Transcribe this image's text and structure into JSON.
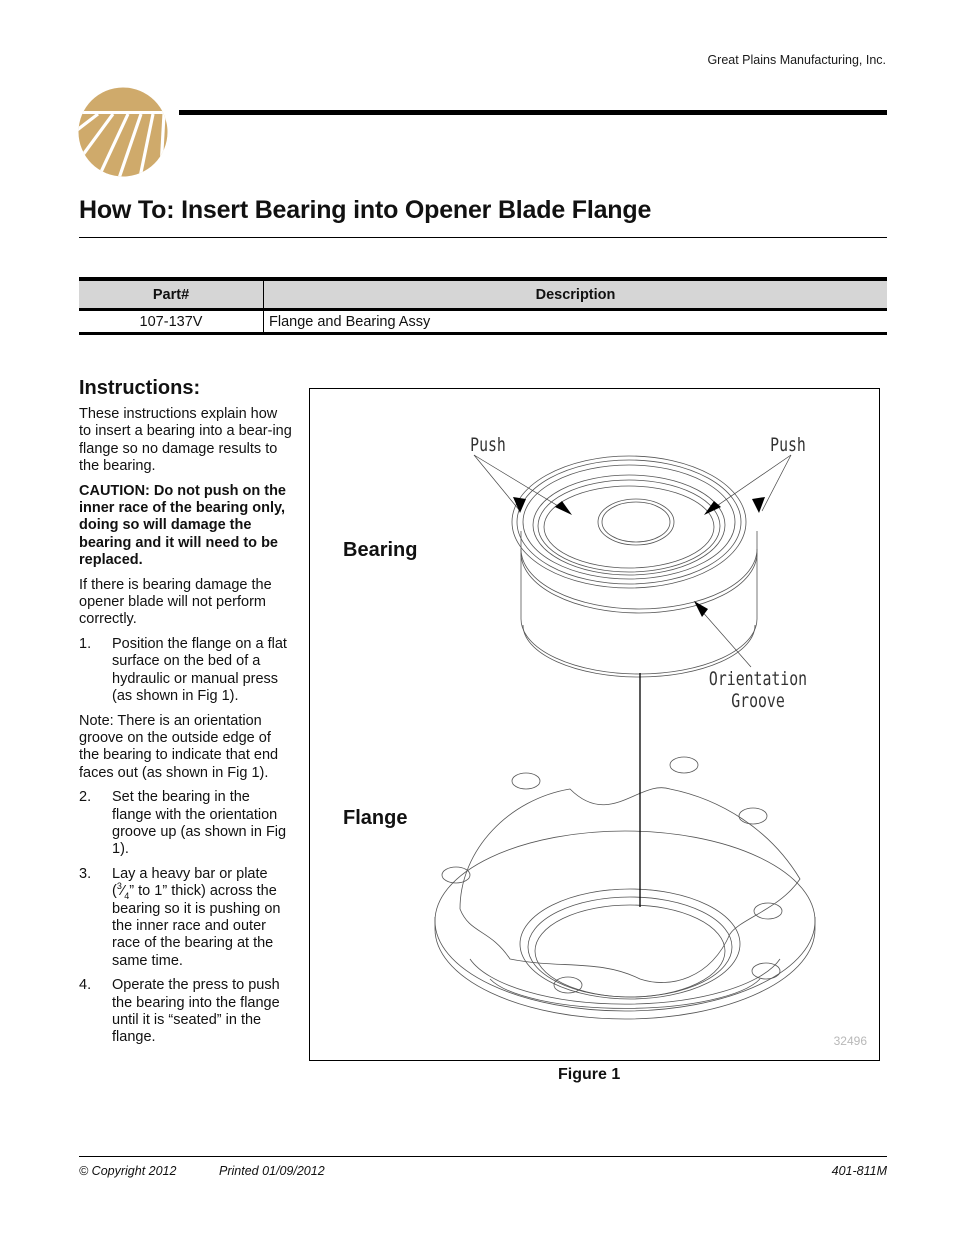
{
  "header": {
    "company": "Great Plains Manufacturing, Inc.",
    "logo_icon": "great-plains-sunburst-logo",
    "logo_color": "#cfaa6b"
  },
  "document": {
    "title": "How To: Insert Bearing into Opener Blade Flange"
  },
  "parts_table": {
    "columns": [
      "Part#",
      "Description"
    ],
    "rows": [
      {
        "part": "107-137V",
        "description": "Flange and Bearing Assy"
      }
    ]
  },
  "instructions": {
    "heading": "Instructions:",
    "intro": "These instructions explain how to insert a bearing into a bear-ing flange so no damage results to the bearing.",
    "caution": "CAUTION: Do not push on the inner race of the bearing only, doing so will damage the bearing and it will need to be replaced.",
    "damage_note": "If there is bearing damage the opener blade will not perform correctly.",
    "steps": [
      {
        "num": "1.",
        "text": "Position the flange on a flat surface on the bed of a hydraulic or manual press (as shown in Fig 1)."
      },
      {
        "num": "2.",
        "text": "Set the bearing in the flange with the orientation groove up (as shown in Fig 1)."
      },
      {
        "num": "3.",
        "text_pre": "Lay a heavy bar or plate (",
        "frac_num": "3",
        "frac_den": "4",
        "text_post": "” to 1” thick) across the bearing so it is pushing on the inner race and outer race of the bearing at the same time."
      },
      {
        "num": "4.",
        "text": "Operate the press to push the bearing into the flange until it is “seated” in the flange."
      }
    ],
    "orientation_note": "Note: There is an orientation groove on the outside edge of the bearing to indicate that end faces out (as shown in Fig 1)."
  },
  "figure": {
    "labels": {
      "bearing": "Bearing",
      "flange": "Flange"
    },
    "callouts": {
      "push_left": "Push",
      "push_right": "Push",
      "orientation_line1": "Orientation",
      "orientation_line2": "Groove"
    },
    "figure_id": "32496",
    "caption": "Figure 1"
  },
  "footer": {
    "copyright": "© Copyright 2012",
    "printed": "Printed 01/09/2012",
    "doc_number": "401-811M"
  }
}
